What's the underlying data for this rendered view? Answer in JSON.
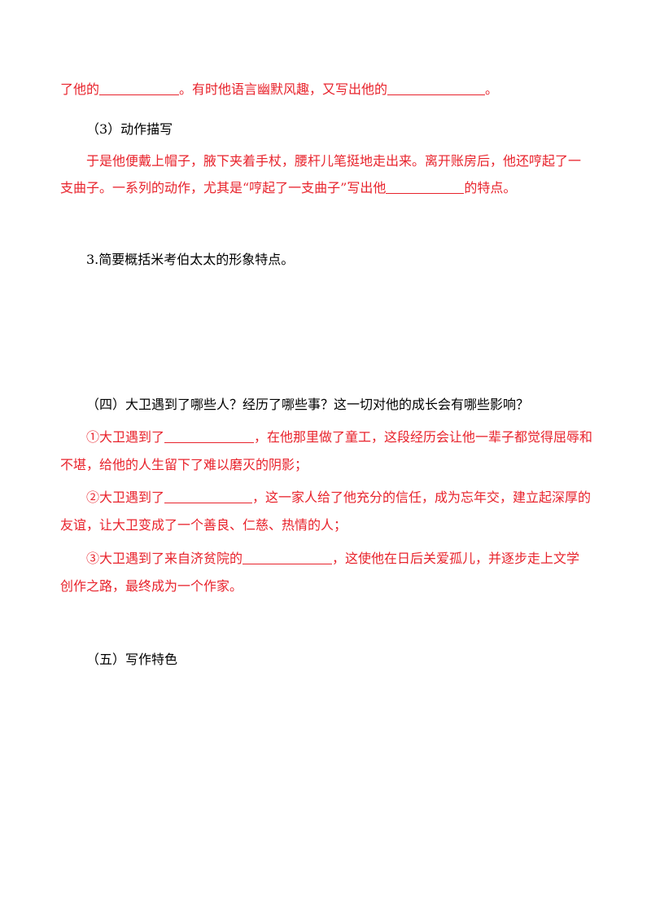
{
  "colors": {
    "answer_red": "#e8232c",
    "text_black": "#000000"
  },
  "section_personality": {
    "line1_pre": "了他的",
    "line1_mid": "。有时他语言幽默风趣，又写出他的",
    "line1_end": "。"
  },
  "section_action": {
    "heading": "（3）动作描写",
    "para_line1": "于是他便戴上帽子，腋下夹着手杖，腰杆儿笔挺地走出来。离开账房后，他还哼起了一",
    "para_line2_pre": "支曲子。一系列的动作，尤其是“哼起了一支曲子”写出他",
    "para_line2_end": "的特点。"
  },
  "question3": {
    "text": "3.简要概括米考伯太太的形象特点。"
  },
  "section4": {
    "heading": "（四）大卫遇到了哪些人？经历了哪些事？这一切对他的成长会有哪些影响？",
    "item1_line1_pre": "①大卫遇到了",
    "item1_line1_end": "，在他那里做了童工，这段经历会让他一辈子都觉得屈辱和",
    "item1_line2": "不堪，给他的人生留下了难以磨灭的阴影；",
    "item2_line1_pre": "②大卫遇到了",
    "item2_line1_end": "，这一家人给了他充分的信任，成为忘年交，建立起深厚的",
    "item2_line2": "友谊，让大卫变成了一个善良、仁慈、热情的人；",
    "item3_line1_pre": "③大卫遇到了来自济贫院的",
    "item3_line1_end": "，这使他在日后关爱孤儿，并逐步走上文学",
    "item3_line2": "创作之路，最终成为一个作家。"
  },
  "section5": {
    "heading": "（五）写作特色"
  }
}
